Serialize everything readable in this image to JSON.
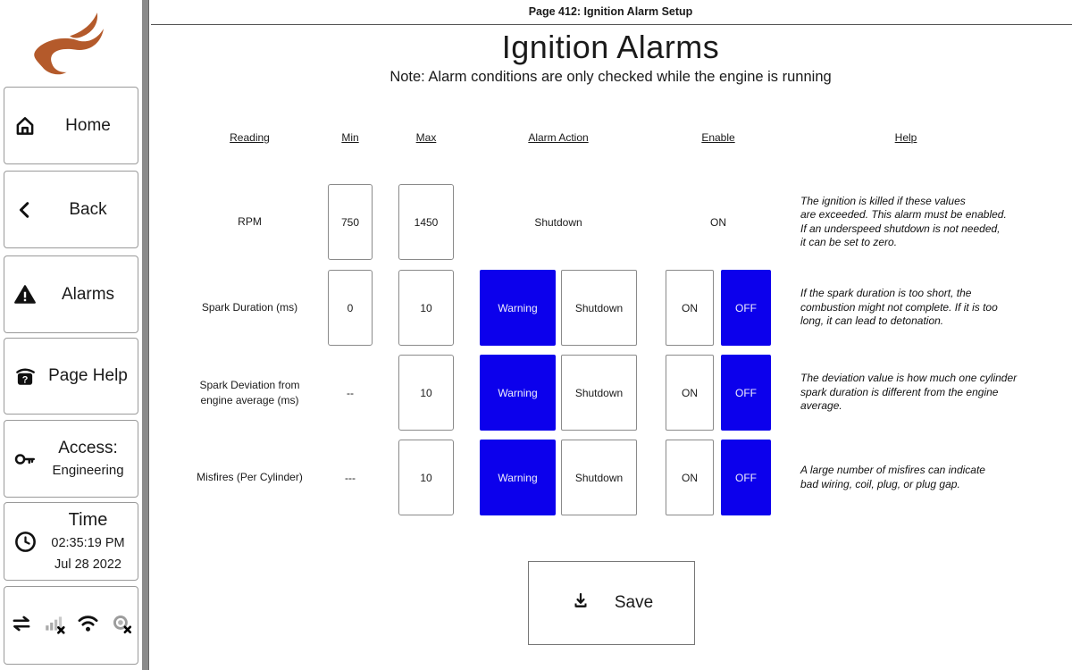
{
  "header": {
    "page_title": "Page 412: Ignition Alarm Setup"
  },
  "sidebar": {
    "logo": "flame-logo",
    "items": [
      {
        "label": "Home",
        "icon": "home-icon"
      },
      {
        "label": "Back",
        "icon": "chevron-left-icon"
      },
      {
        "label": "Alarms",
        "icon": "warning-triangle-icon"
      },
      {
        "label": "Page Help",
        "icon": "page-help-icon"
      },
      {
        "label": "Access:",
        "sublabel": "Engineering",
        "icon": "key-icon"
      },
      {
        "label": "Time",
        "time": "02:35:19 PM",
        "date": "Jul 28 2022",
        "icon": "clock-icon"
      }
    ],
    "status_icons": [
      "swap-arrows-icon",
      "cell-signal-off-icon",
      "wifi-icon",
      "gps-off-icon"
    ]
  },
  "main": {
    "title": "Ignition Alarms",
    "note": "Note: Alarm conditions are only checked while the engine is running",
    "columns": [
      "Reading",
      "Min",
      "Max",
      "Alarm Action",
      "Enable",
      "Help"
    ],
    "rows": [
      {
        "reading": "RPM",
        "min": "750",
        "max": "1450",
        "action_text": "Shutdown",
        "enable_text": "ON",
        "help": "The ignition is killed if these values\nare exceeded. This alarm must be enabled.\nIf an underspeed shutdown is not needed,\nit can be set to zero."
      },
      {
        "reading": "Spark Duration (ms)",
        "min": "0",
        "max": "10",
        "warning_label": "Warning",
        "shutdown_label": "Shutdown",
        "on_label": "ON",
        "off_label": "OFF",
        "help": "If the spark duration is too short, the\ncombustion might not complete. If it is too\nlong, it can lead to detonation."
      },
      {
        "reading": "Spark Deviation from\nengine average (ms)",
        "min": "--",
        "max": "10",
        "warning_label": "Warning",
        "shutdown_label": "Shutdown",
        "on_label": "ON",
        "off_label": "OFF",
        "help": "The deviation value is how much one cylinder\nspark duration is different from the engine\naverage."
      },
      {
        "reading": "Misfires (Per Cylinder)",
        "min": "---",
        "max": "10",
        "warning_label": "Warning",
        "shutdown_label": "Shutdown",
        "on_label": "ON",
        "off_label": "OFF",
        "help": "A large number of misfires can indicate\nbad wiring, coil, plug, or plug gap."
      }
    ],
    "save_label": "Save",
    "colors": {
      "accent_blue": "#0c00ec",
      "selected_text": "#f0eefb"
    }
  }
}
